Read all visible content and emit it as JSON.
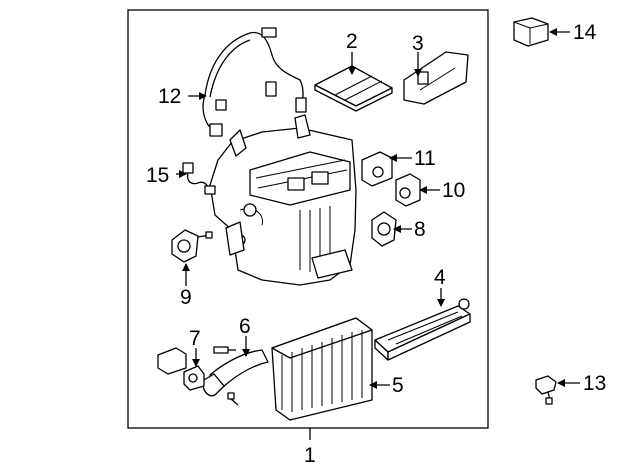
{
  "callouts": [
    {
      "number": "1"
    },
    {
      "number": "2"
    },
    {
      "number": "3"
    },
    {
      "number": "4"
    },
    {
      "number": "5"
    },
    {
      "number": "6"
    },
    {
      "number": "7"
    },
    {
      "number": "8"
    },
    {
      "number": "9"
    },
    {
      "number": "10"
    },
    {
      "number": "11"
    },
    {
      "number": "12"
    },
    {
      "number": "13"
    },
    {
      "number": "14"
    },
    {
      "number": "15"
    }
  ]
}
